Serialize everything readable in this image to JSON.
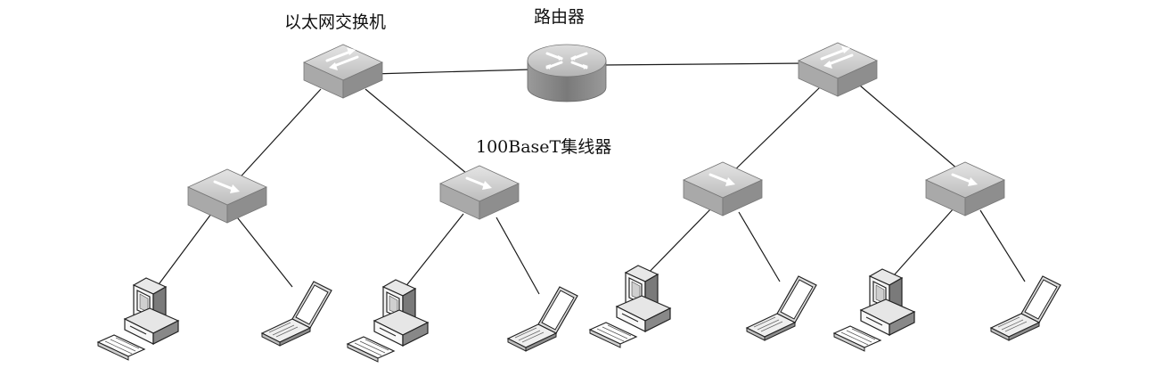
{
  "labels": {
    "switch": "以太网交换机",
    "router": "路由器",
    "hub": "100BaseT集线器"
  },
  "icons": {
    "router": "router-icon",
    "switch": "ethernet-switch-icon",
    "hub": "hub-icon",
    "desktop": "desktop-computer-icon",
    "laptop": "laptop-icon"
  },
  "colors": {
    "device_top": "#d2d2d2",
    "device_front": "#a6a6a6",
    "device_side": "#8a8a8a",
    "router_top": "#c8c8c8",
    "router_body": "#8c8c8c",
    "line": "#1a1a1a"
  }
}
